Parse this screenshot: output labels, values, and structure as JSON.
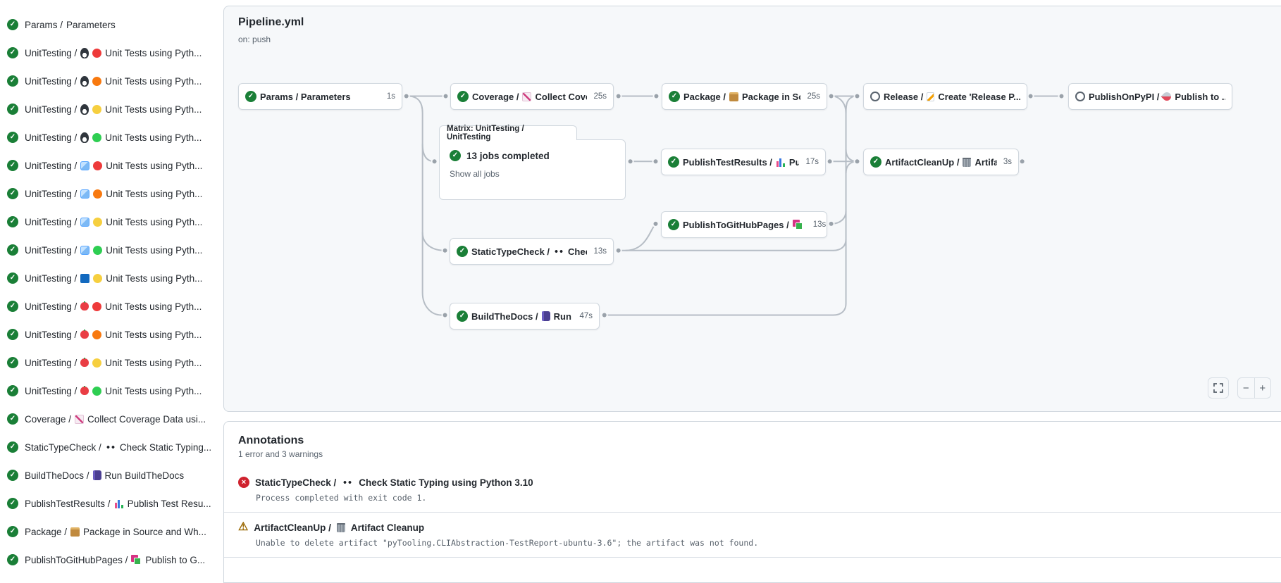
{
  "header": {
    "title": "Pipeline.yml",
    "trigger": "on: push"
  },
  "sidebar": {
    "items": [
      {
        "job": "Params",
        "icons": [],
        "label": "Parameters"
      },
      {
        "job": "UnitTesting",
        "icons": [
          "penguin",
          "dot-red"
        ],
        "label": "Unit Tests using Pyth..."
      },
      {
        "job": "UnitTesting",
        "icons": [
          "penguin",
          "dot-orange"
        ],
        "label": "Unit Tests using Pyth..."
      },
      {
        "job": "UnitTesting",
        "icons": [
          "penguin",
          "dot-yellow"
        ],
        "label": "Unit Tests using Pyth..."
      },
      {
        "job": "UnitTesting",
        "icons": [
          "penguin",
          "dot-green"
        ],
        "label": "Unit Tests using Pyth..."
      },
      {
        "job": "UnitTesting",
        "icons": [
          "ice",
          "dot-red"
        ],
        "label": "Unit Tests using Pyth..."
      },
      {
        "job": "UnitTesting",
        "icons": [
          "ice",
          "dot-orange"
        ],
        "label": "Unit Tests using Pyth..."
      },
      {
        "job": "UnitTesting",
        "icons": [
          "ice",
          "dot-yellow"
        ],
        "label": "Unit Tests using Pyth..."
      },
      {
        "job": "UnitTesting",
        "icons": [
          "ice",
          "dot-green"
        ],
        "label": "Unit Tests using Pyth..."
      },
      {
        "job": "UnitTesting",
        "icons": [
          "bluesq",
          "dot-yellow"
        ],
        "label": "Unit Tests using Pyth..."
      },
      {
        "job": "UnitTesting",
        "icons": [
          "apple",
          "dot-red"
        ],
        "label": "Unit Tests using Pyth..."
      },
      {
        "job": "UnitTesting",
        "icons": [
          "apple",
          "dot-orange"
        ],
        "label": "Unit Tests using Pyth..."
      },
      {
        "job": "UnitTesting",
        "icons": [
          "apple",
          "dot-yellow"
        ],
        "label": "Unit Tests using Pyth..."
      },
      {
        "job": "UnitTesting",
        "icons": [
          "apple",
          "dot-green"
        ],
        "label": "Unit Tests using Pyth..."
      },
      {
        "job": "Coverage",
        "icons": [
          "chart"
        ],
        "label": "Collect Coverage Data usi..."
      },
      {
        "job": "StaticTypeCheck",
        "icons": [
          "eyes"
        ],
        "label": "Check Static Typing..."
      },
      {
        "job": "BuildTheDocs",
        "icons": [
          "book"
        ],
        "label": "Run BuildTheDocs"
      },
      {
        "job": "PublishTestResults",
        "icons": [
          "barchart"
        ],
        "label": "Publish Test Resu..."
      },
      {
        "job": "Package",
        "icons": [
          "package"
        ],
        "label": "Package in Source and Wh..."
      },
      {
        "job": "PublishToGitHubPages",
        "icons": [
          "layers"
        ],
        "label": "Publish to G..."
      }
    ]
  },
  "graph": {
    "nodes": [
      {
        "id": "params",
        "status": "success",
        "t1": "Params / Parameters",
        "icon": "",
        "t2": "",
        "dur": "1s"
      },
      {
        "id": "coverage",
        "status": "success",
        "t1": "Coverage /",
        "icon": "chart",
        "t2": "Collect Cove...",
        "dur": "25s"
      },
      {
        "id": "package",
        "status": "success",
        "t1": "Package /",
        "icon": "package",
        "t2": "Package in So...",
        "dur": "25s"
      },
      {
        "id": "release",
        "status": "skipped",
        "t1": "Release /",
        "icon": "memo",
        "t2": "Create 'Release P...",
        "dur": ""
      },
      {
        "id": "pypi",
        "status": "skipped",
        "t1": "PublishOnPyPI /",
        "icon": "rocket",
        "t2": "Publish to ...",
        "dur": ""
      },
      {
        "id": "ptr",
        "status": "success",
        "t1": "PublishTestResults /",
        "icon": "barchart",
        "t2": "Pu...",
        "dur": "17s"
      },
      {
        "id": "acu",
        "status": "success",
        "t1": "ArtifactCleanUp /",
        "icon": "trash",
        "t2": "Artifac...",
        "dur": "3s"
      },
      {
        "id": "ptghp",
        "status": "success",
        "t1": "PublishToGitHubPages /",
        "icon": "layers",
        "t2": "...",
        "dur": "13s"
      },
      {
        "id": "stc",
        "status": "success",
        "t1": "StaticTypeCheck /",
        "icon": "eyes",
        "t2": "Chec...",
        "dur": "13s"
      },
      {
        "id": "btd",
        "status": "success",
        "t1": "BuildTheDocs /",
        "icon": "book",
        "t2": "Run Buil...",
        "dur": "47s"
      }
    ],
    "matrix": {
      "tab": "Matrix: UnitTesting / UnitTesting",
      "status_text": "13 jobs completed",
      "link": "Show all jobs"
    },
    "controls": {
      "zoom_out": "−",
      "zoom_in": "+"
    }
  },
  "annotations": {
    "title": "Annotations",
    "summary": "1 error and 3 warnings",
    "items": [
      {
        "severity": "error",
        "t1": "StaticTypeCheck /",
        "icon": "eyes",
        "t2": "Check Static Typing using Python 3.10",
        "message": "Process completed with exit code 1."
      },
      {
        "severity": "warning",
        "t1": "ArtifactCleanUp /",
        "icon": "trash",
        "t2": "Artifact Cleanup",
        "message": "Unable to delete artifact \"pyTooling.CLIAbstraction-TestReport-ubuntu-3.6\"; the artifact was not found."
      }
    ]
  },
  "colors": {
    "success": "#1a7f37",
    "error": "#cf222e",
    "warning": "#9a6700",
    "canvas": "#f6f8fa",
    "border": "#d0d7de",
    "edge": "#b6bdc5"
  }
}
